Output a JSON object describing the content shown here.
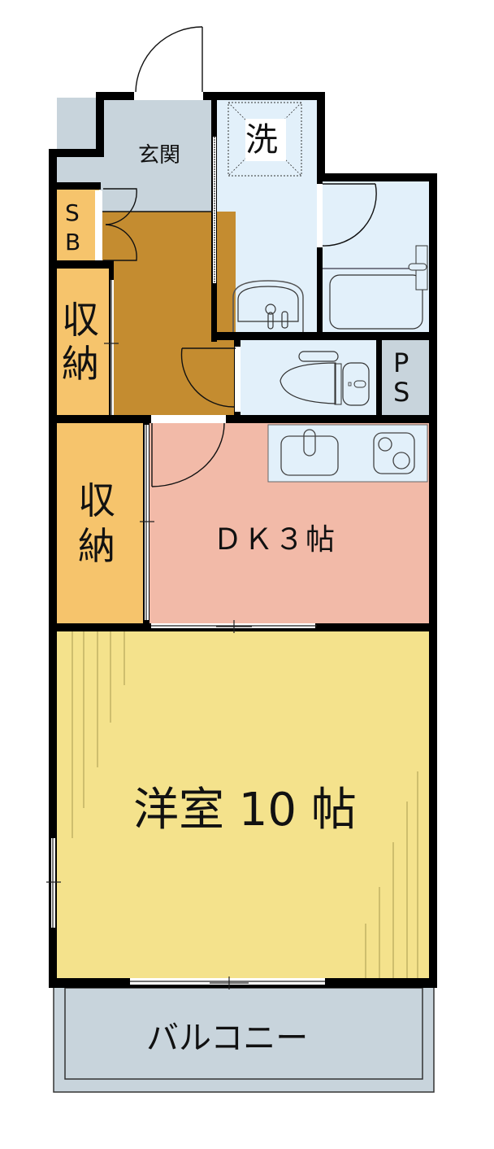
{
  "floorplan": {
    "rooms": {
      "entrance": {
        "label": "玄関",
        "color": "#c8d4dc"
      },
      "laundry": {
        "label": "洗",
        "color": "#e2f0fa"
      },
      "shoe_box": {
        "label_top": "S",
        "label_bottom": "B",
        "color": "#f6c46c"
      },
      "storage_1": {
        "label_top": "収",
        "label_bottom": "納",
        "color": "#f6c46c"
      },
      "hallway": {
        "color": "#c48c30"
      },
      "bath": {
        "color": "#e2f0fa"
      },
      "toilet": {
        "color": "#e2f0fa"
      },
      "pipe_space": {
        "label_top": "P",
        "label_bottom": "S",
        "color": "#c8d4dc"
      },
      "dining_kitchen": {
        "label": "ＤＫ３帖",
        "color": "#f2baa8"
      },
      "storage_2": {
        "label_top": "収",
        "label_bottom": "納",
        "color": "#f6c46c"
      },
      "western_room": {
        "label": "洋室 10 帖",
        "color": "#f4e28c"
      },
      "balcony": {
        "label": "バルコニー",
        "color": "#c8d4dc"
      }
    },
    "wall_color": "#000000"
  }
}
